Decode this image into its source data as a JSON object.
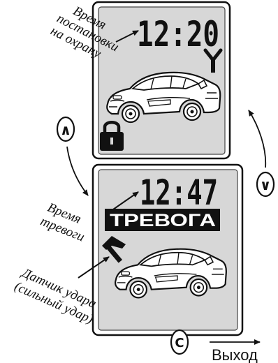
{
  "screen1": {
    "time": "12:20",
    "caption_lines": [
      "Время",
      "постановки",
      "на охрану"
    ]
  },
  "screen2": {
    "time": "12:47",
    "alarm_label": "ТРЕВОГА",
    "time_caption_lines": [
      "Время",
      "тревоги"
    ],
    "sensor_caption_lines": [
      "Датчик удара",
      "(сильный удар)"
    ]
  },
  "buttons": {
    "up": "∧",
    "down": "∨",
    "c": "C"
  },
  "exit_label": "Выход"
}
